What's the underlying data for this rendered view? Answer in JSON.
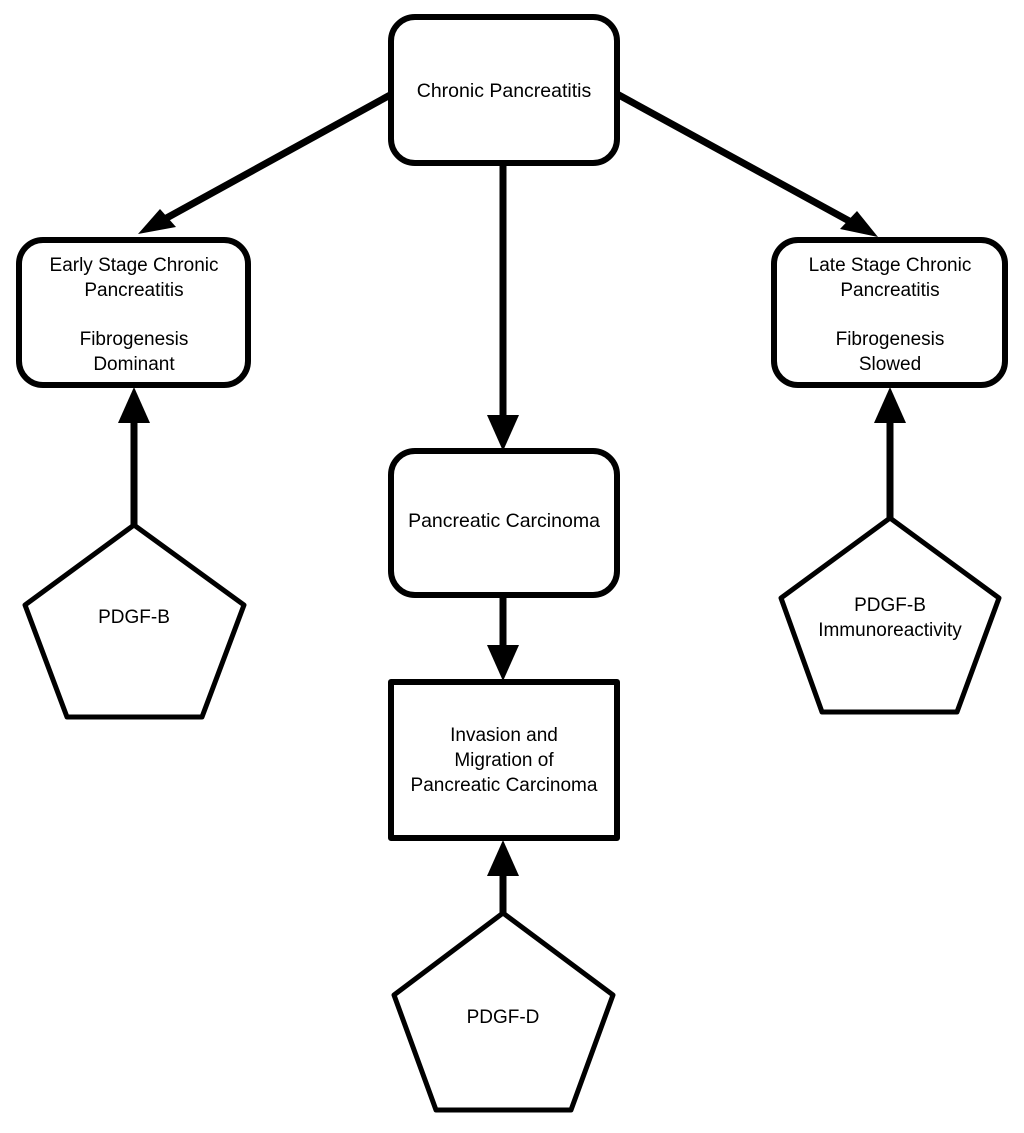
{
  "diagram": {
    "title": "Chronic Pancreatitis / PDGF signalling flowchart",
    "background_color": "#ffffff",
    "stroke_color": "#000000",
    "text_color": "#000000",
    "nodes": {
      "chronic_pancreatitis": {
        "shape": "rounded-rect",
        "lines": [
          "Chronic Pancreatitis"
        ]
      },
      "early_stage": {
        "shape": "rounded-rect",
        "lines": [
          "Early Stage Chronic",
          "Pancreatitis",
          "",
          "Fibrogenesis",
          "Dominant"
        ]
      },
      "late_stage": {
        "shape": "rounded-rect",
        "lines": [
          "Late Stage Chronic",
          "Pancreatitis",
          "",
          "Fibrogenesis",
          "Slowed"
        ]
      },
      "pancreatic_carcinoma": {
        "shape": "rounded-rect",
        "lines": [
          "Pancreatic Carcinoma"
        ]
      },
      "invasion_migration": {
        "shape": "rect",
        "lines": [
          "Invasion and",
          "Migration of",
          "Pancreatic Carcinoma"
        ]
      },
      "pdgf_b_left": {
        "shape": "pentagon",
        "lines": [
          "PDGF-B"
        ]
      },
      "pdgf_b_immunoreactivity": {
        "shape": "pentagon",
        "lines": [
          "PDGF-B",
          "Immunoreactivity"
        ]
      },
      "pdgf_d": {
        "shape": "pentagon",
        "lines": [
          "PDGF-D"
        ]
      }
    },
    "edges": [
      {
        "from": "chronic_pancreatitis",
        "to": "early_stage",
        "style": "solid-arrow"
      },
      {
        "from": "chronic_pancreatitis",
        "to": "late_stage",
        "style": "solid-arrow"
      },
      {
        "from": "chronic_pancreatitis",
        "to": "pancreatic_carcinoma",
        "style": "solid-arrow"
      },
      {
        "from": "pancreatic_carcinoma",
        "to": "invasion_migration",
        "style": "solid-arrow"
      },
      {
        "from": "pdgf_b_left",
        "to": "early_stage",
        "style": "solid-arrow"
      },
      {
        "from": "pdgf_b_immunoreactivity",
        "to": "late_stage",
        "style": "solid-arrow"
      },
      {
        "from": "pdgf_d",
        "to": "invasion_migration",
        "style": "solid-arrow"
      }
    ]
  }
}
